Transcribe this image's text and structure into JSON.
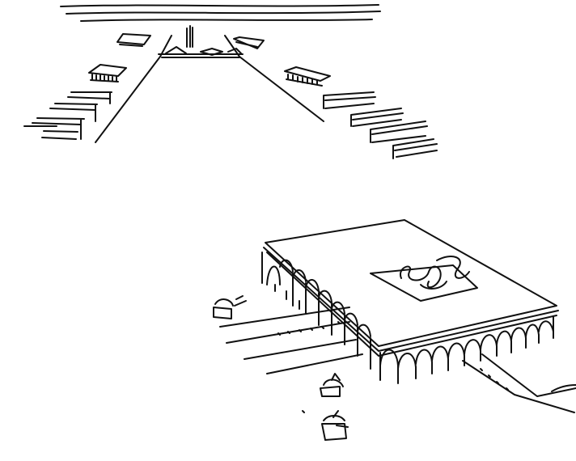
{
  "drawing": {
    "style": "black ink line sketch on white",
    "ink_color": "#111111",
    "paper_color": "#ffffff",
    "panels": [
      "axis-perspective-sketch",
      "arcaded-palace-sketch"
    ]
  }
}
